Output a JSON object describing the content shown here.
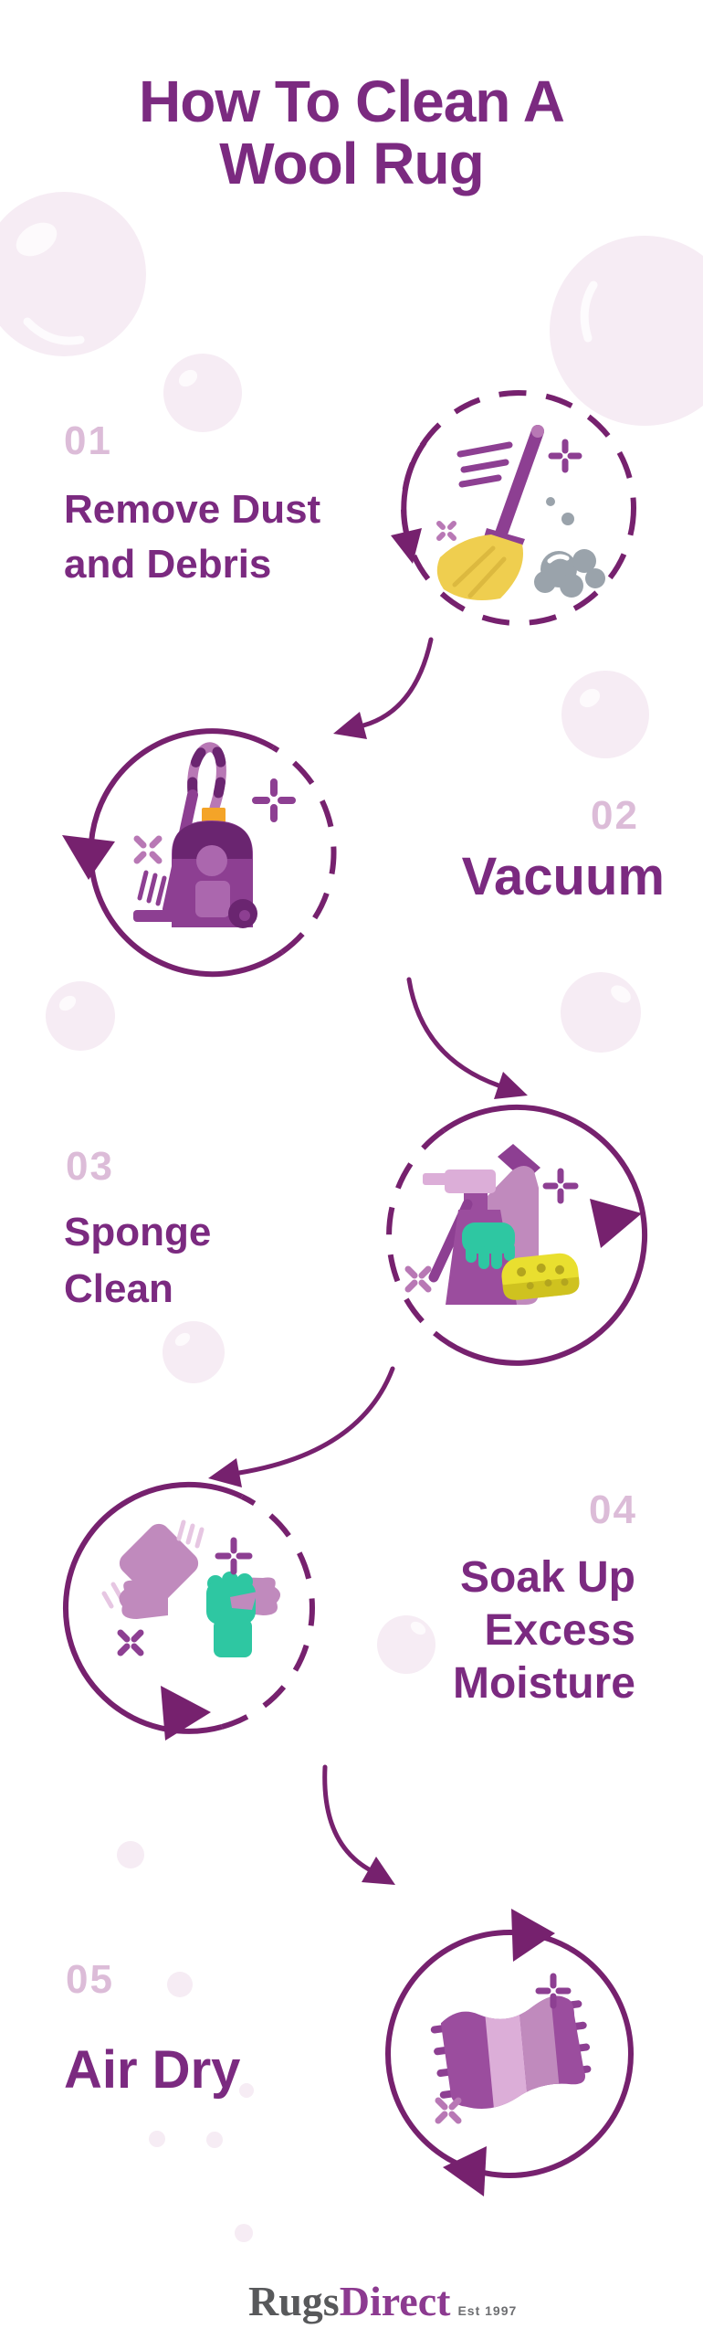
{
  "title": {
    "lines": [
      "How To Clean A",
      "Wool Rug"
    ]
  },
  "steps": [
    {
      "number": "01",
      "title_lines": [
        "Remove Dust",
        "and Debris"
      ],
      "icon": "broom"
    },
    {
      "number": "02",
      "title_lines": [
        "Vacuum"
      ],
      "icon": "vacuum-cleaner"
    },
    {
      "number": "03",
      "title_lines": [
        "Sponge",
        "Clean"
      ],
      "icon": "spray-bottle-and-sponge"
    },
    {
      "number": "04",
      "title_lines": [
        "Soak Up",
        "Excess",
        "Moisture"
      ],
      "icon": "wringing-cloth"
    },
    {
      "number": "05",
      "title_lines": [
        "Air Dry"
      ],
      "icon": "airing-rug"
    }
  ],
  "footer": {
    "brand_part1": "Rugs",
    "brand_part2": "Direct",
    "established": "Est 1997"
  },
  "colors": {
    "background": "#ffffff",
    "title_purple": "#7b2a80",
    "step_number_pink": "#dcbcd8",
    "deep_purple": "#76216e",
    "icon_purple": "#8d3f92",
    "icon_purple_dark": "#6a2570",
    "icon_purple_mid": "#9b4d9e",
    "icon_orchid": "#ab67ae",
    "icon_lavender": "#b878b5",
    "icon_mauve": "#c08abd",
    "icon_pale_pink": "#dcaed8",
    "speed_pink": "#e6c6e2",
    "teal": "#2ec7a2",
    "yellow": "#efce4f",
    "yellow_dark": "#dcb93f",
    "yellow_sponge": "#e9df2f",
    "yellow_sponge_dark": "#cfc21f",
    "yellow_hole": "#b3a51e",
    "gray_dust": "#9aa3ab",
    "orange": "#f4a428",
    "bubble_pink": "#f6ecf4",
    "logo_gray": "#58595b",
    "logo_purple": "#8c3a90",
    "est_gray": "#6d6e71"
  }
}
